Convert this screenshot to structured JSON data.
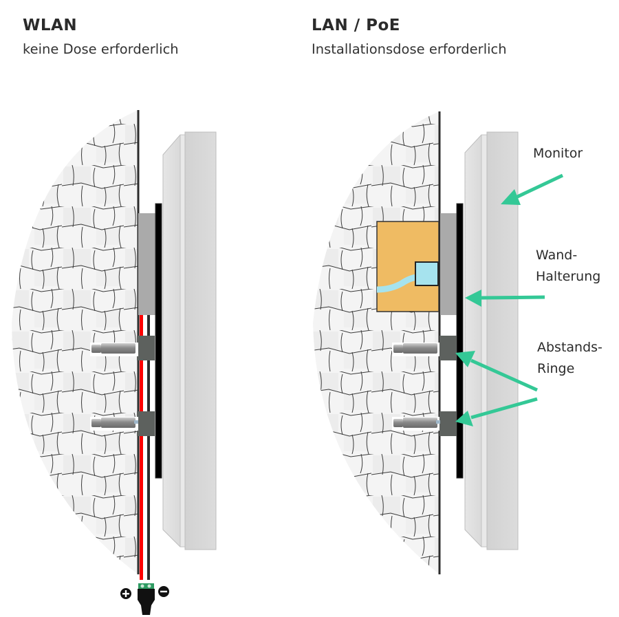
{
  "panels": [
    {
      "id": "wlan",
      "title": "WLAN",
      "subtitle": "keine Dose erforderlich",
      "power_connector": {
        "plus_symbol": "+",
        "minus_symbol": "−"
      }
    },
    {
      "id": "lan",
      "title": "LAN / PoE",
      "subtitle": "Installationsdose erforderlich"
    }
  ],
  "labels": {
    "monitor": "Monitor",
    "wall_mount_line1": "Wand-",
    "wall_mount_line2": "Halterung",
    "spacer_line1": "Abstands-",
    "spacer_line2": "Ringe"
  },
  "colors": {
    "arrow": "#34c896",
    "installation_box": "#efbb63",
    "cable": "#a6e3ee",
    "wire_positive": "#ff0000",
    "wire_negative": "#2b2b2b",
    "mount_plate": "#000000",
    "spacer": "#5d615e",
    "bracket": "#aaaaaa",
    "monitor": "#d7d7d7"
  }
}
